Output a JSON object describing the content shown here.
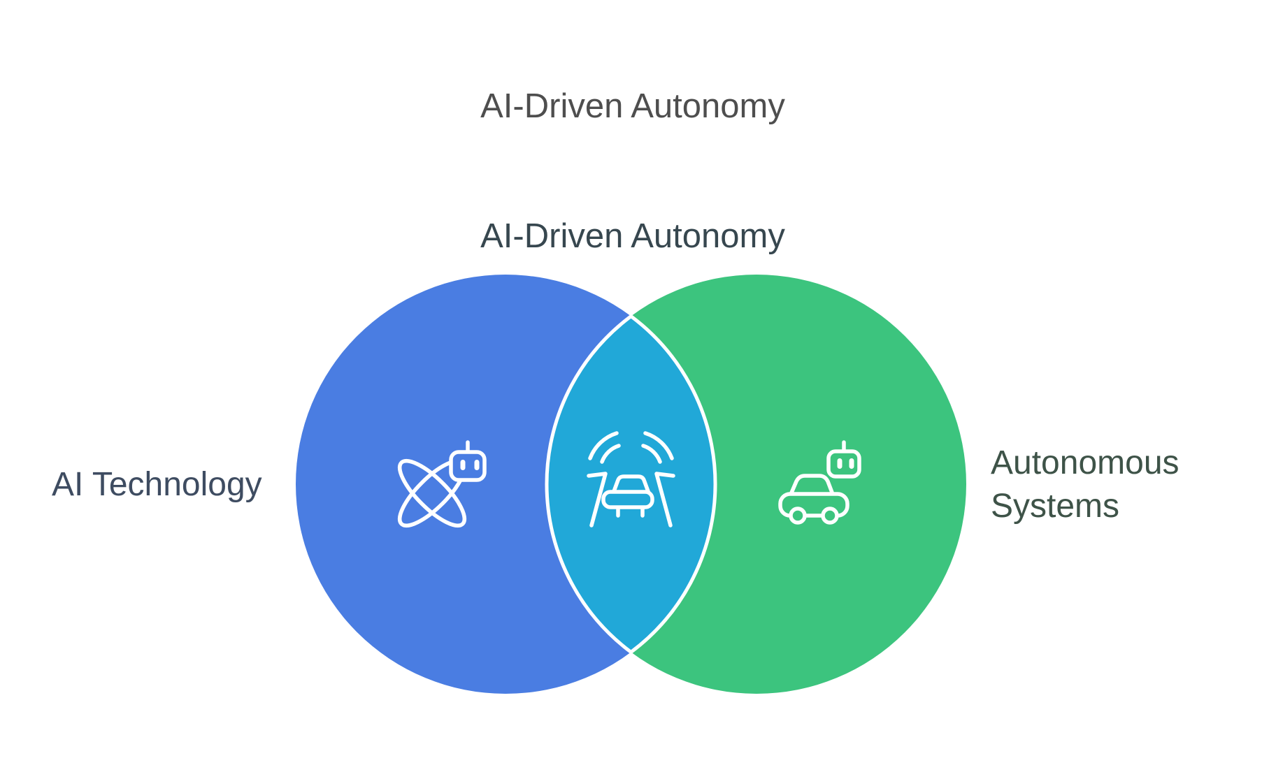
{
  "header": {
    "title": "AI-Driven Autonomy",
    "title_color": "#4E4E4E"
  },
  "diagram": {
    "type": "venn",
    "title": "AI-Driven Autonomy",
    "title_color": "#37474F",
    "background": "#FFFFFF",
    "sets": [
      {
        "id": "ai-technology",
        "label": "AI Technology",
        "color": "#4A7DE2",
        "label_color": "#3E4C61",
        "icon": "atom-robot-icon"
      },
      {
        "id": "autonomous-systems",
        "label": "Autonomous Systems",
        "color": "#3CC47E",
        "label_color": "#3E5348",
        "icon": "car-robot-icon"
      }
    ],
    "intersection": {
      "label": "",
      "color": "#21A8D8",
      "border_color": "#FFFFFF",
      "icon": "car-road-signal-icon"
    }
  }
}
